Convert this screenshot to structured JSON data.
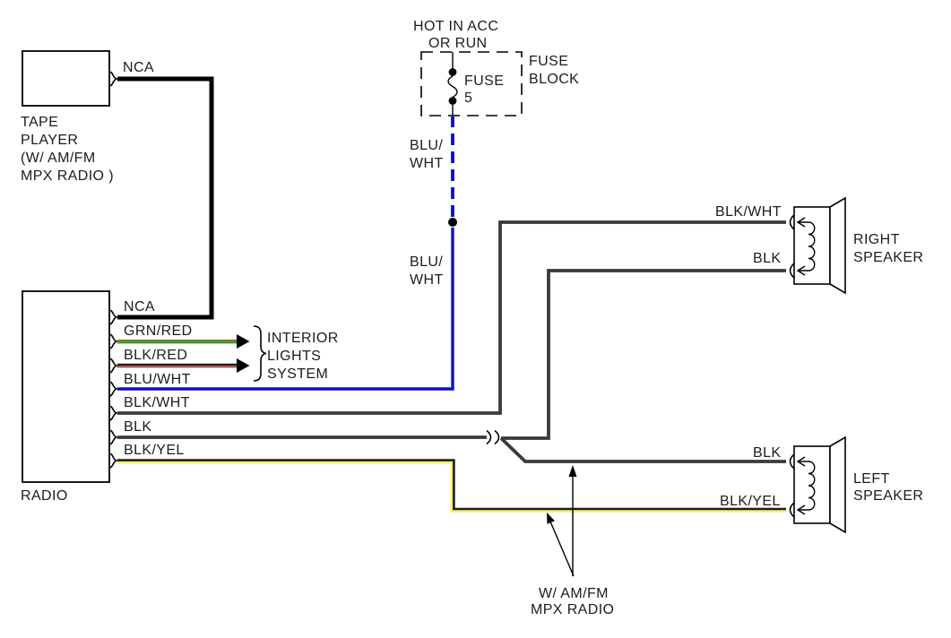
{
  "colors": {
    "black": "#000000",
    "wire_dark": "#3a3a3a",
    "blue": "#0f0fbe",
    "green": "#2da02d",
    "green_red_stripe": "#a05a10",
    "red_stripe": "#b03030",
    "wire_black_thin": "#1c1c1c",
    "yellow": "#f3f364"
  },
  "tape_player": {
    "lines": [
      "TAPE",
      "PLAYER",
      "(W/ AM/FM",
      "MPX RADIO )"
    ],
    "terminal": "NCA"
  },
  "radio": {
    "label": "RADIO",
    "terminals": [
      "NCA",
      "GRN/RED",
      "BLK/RED",
      "BLU/WHT",
      "BLK/WHT",
      "BLK",
      "BLK/YEL"
    ]
  },
  "fuse_block": {
    "power_lines": [
      "HOT IN ACC",
      "OR RUN"
    ],
    "name_lines": [
      "FUSE",
      "BLOCK"
    ],
    "fuse_lines": [
      "FUSE",
      "5"
    ]
  },
  "blu_wht_upper": [
    "BLU/",
    "WHT"
  ],
  "blu_wht_lower": [
    "BLU/",
    "WHT"
  ],
  "interior_lights": [
    "INTERIOR",
    "LIGHTS",
    "SYSTEM"
  ],
  "right_speaker": {
    "name_lines": [
      "RIGHT",
      "SPEAKER"
    ],
    "wire_top": "BLK/WHT",
    "wire_bottom": "BLK"
  },
  "left_speaker": {
    "name_lines": [
      "LEFT",
      "SPEAKER"
    ],
    "wire_top": "BLK",
    "wire_bottom": "BLK/YEL"
  },
  "annotation": [
    "W/ AM/FM",
    "MPX RADIO"
  ]
}
